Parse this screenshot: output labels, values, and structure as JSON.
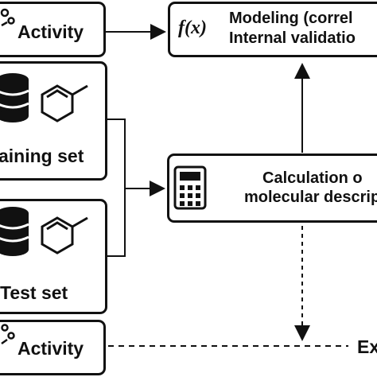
{
  "activity_top": {
    "label": "Activity"
  },
  "training_set": {
    "label": "aining set"
  },
  "test_set": {
    "label": "Test set"
  },
  "activity_bottom": {
    "label": "Activity"
  },
  "modeling": {
    "icon_text": "f(x)",
    "line1": "Modeling (correl",
    "line2": "Internal validatio"
  },
  "calculation": {
    "line1": "Calculation o",
    "line2": "molecular descrip"
  },
  "external_label": "Ex",
  "icons": [
    "molecule-icon",
    "database-icon",
    "toluene-icon",
    "function-icon",
    "calculator-icon"
  ]
}
